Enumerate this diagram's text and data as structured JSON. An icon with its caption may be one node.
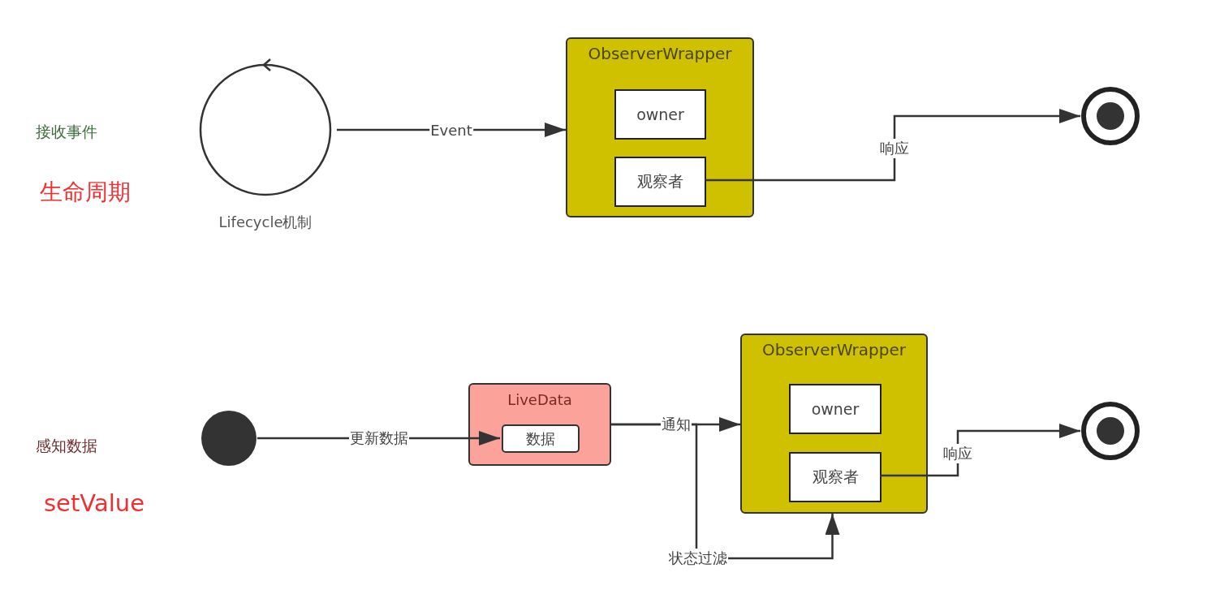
{
  "diagram": {
    "nodes": [
      {
        "text": [],
        "shape": "circle",
        "beside": [
          "Lifecycle机制"
        ]
      },
      {
        "text": [
          "ObserverWrapper"
        ]
      },
      {
        "text": [
          "owner"
        ],
        "in": 1
      },
      {
        "text": [
          "观察者"
        ],
        "in": 1
      },
      {
        "text": [],
        "shape": "circle"
      },
      {
        "text": [],
        "shape": "circle"
      },
      {
        "text": [
          "LiveData"
        ]
      },
      {
        "text": [
          "数据"
        ],
        "in": 6
      },
      {
        "text": [
          "ObserverWrapper"
        ]
      },
      {
        "text": [
          "owner"
        ],
        "in": 8
      },
      {
        "text": [
          "观察者"
        ],
        "in": 8
      },
      {
        "text": [],
        "shape": "circle"
      }
    ],
    "edges": [
      {
        "from": 0,
        "to": 1,
        "arrow": "to",
        "label": "Event"
      },
      {
        "from": 3,
        "to": 4,
        "arrow": "to",
        "label": "响应"
      },
      {
        "from": 5,
        "to": 7,
        "arrow": "to",
        "label": "更新数据"
      },
      {
        "from": 6,
        "to": 8,
        "arrow": "to",
        "label": "通知"
      },
      {
        "from": 6,
        "to": 8,
        "arrow": "to",
        "label": "状态过滤"
      },
      {
        "from": 10,
        "to": 11,
        "arrow": "to",
        "label": "响应"
      }
    ],
    "labels": [
      "接收事件",
      "生命周期",
      "感知数据",
      "setValue"
    ]
  }
}
